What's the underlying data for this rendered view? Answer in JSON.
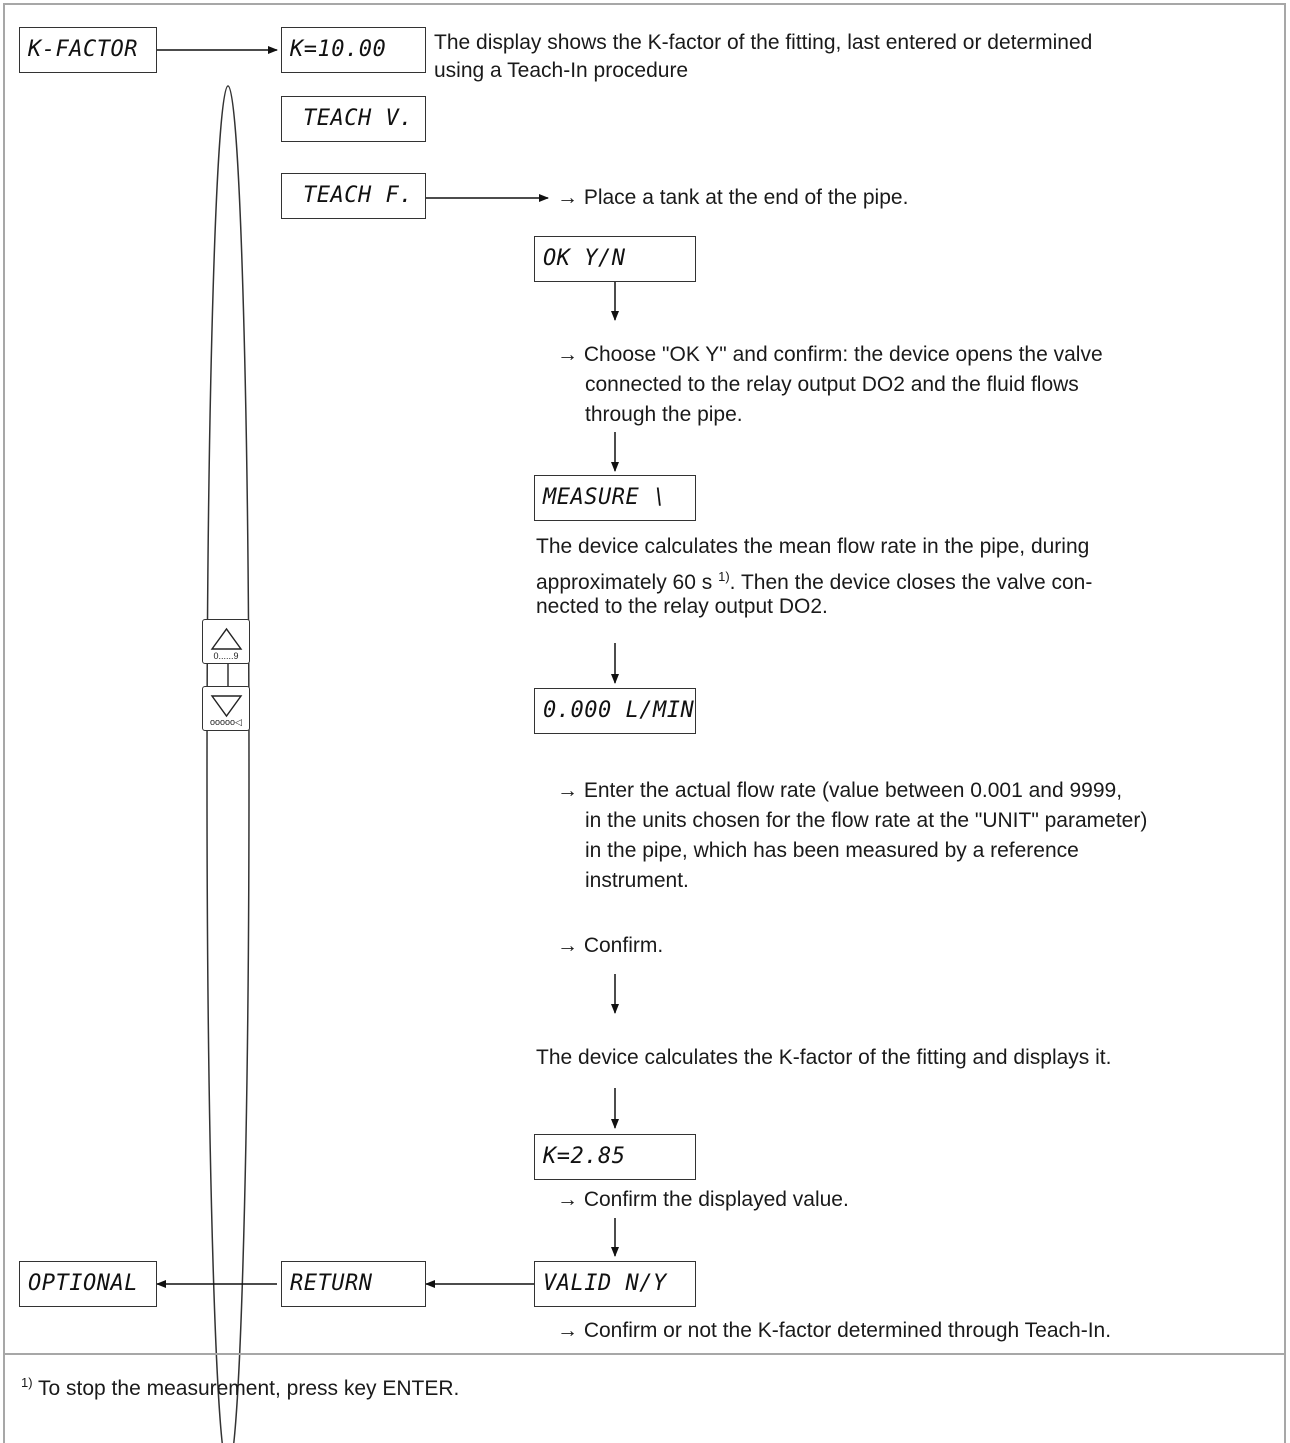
{
  "displays": {
    "k_factor": "K-FACTOR",
    "k_value": "K=10.00",
    "teach_v": "TEACH V.",
    "teach_f": "TEACH F.",
    "ok_yn": "OK Y/N",
    "measure": "MEASURE \\",
    "flow_rate": "0.000 L/MIN",
    "k_result": "K=2.85",
    "valid": "VALID N/Y",
    "return": "RETURN",
    "optional": "OPTIONAL"
  },
  "texts": {
    "k_desc_1": "The display shows the K-factor of the fitting, last entered or determined",
    "k_desc_2": "using a Teach-In procedure",
    "step_tank": "→ Place a tank at the end of the pipe.",
    "step_ok_1": "→ Choose \"OK Y\" and confirm: the device opens the valve",
    "step_ok_2": "connected to the relay output DO2 and the fluid flows",
    "step_ok_3": "through the pipe.",
    "measure_1": "The device calculates the mean flow rate in the pipe, during",
    "measure_2a": "approximately 60 s ",
    "measure_2sup": "1)",
    "measure_2b": ". Then the device closes the valve con-",
    "measure_3": "nected to the relay output DO2.",
    "enter_1": "→ Enter the actual flow rate (value between 0.001 and 9999,",
    "enter_2": "in the units chosen for the flow rate at the \"UNIT\" parameter)",
    "enter_3": "in the pipe, which has been measured by a reference",
    "enter_4": "instrument.",
    "confirm": "→ Confirm.",
    "calc_k": "The device calculates the K-factor of the fitting and displays it.",
    "confirm_value": "→ Confirm the displayed value.",
    "confirm_teach": "→ Confirm or not the K-factor determined through Teach-In.",
    "footnote_sup": "1)",
    "footnote": " To stop the measurement, press key ENTER."
  },
  "keys": {
    "up_caption": "0......9",
    "down_caption": "ooooo◁"
  }
}
